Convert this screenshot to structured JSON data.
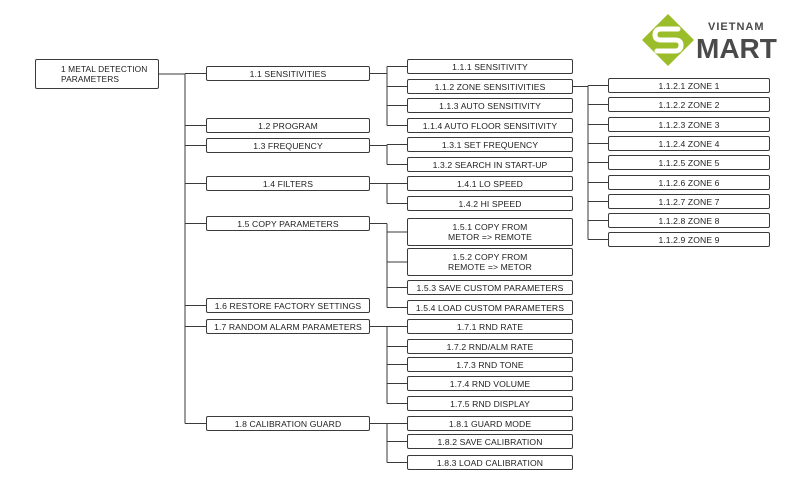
{
  "logo": {
    "brand_top": "VIETNAM",
    "brand_main": "MART",
    "colors": {
      "accent": "#9bbd2a",
      "text": "#4a4a4a"
    }
  },
  "tree": {
    "id": "root",
    "label": "1 METAL DETECTION\nPARAMETERS",
    "children": [
      {
        "id": "n1-1",
        "label": "1.1 SENSITIVITIES",
        "children": [
          {
            "id": "n1-1-1",
            "label": "1.1.1 SENSITIVITY"
          },
          {
            "id": "n1-1-2",
            "label": "1.1.2 ZONE SENSITIVITIES",
            "children": [
              {
                "id": "z1",
                "label": "1.1.2.1 ZONE 1"
              },
              {
                "id": "z2",
                "label": "1.1.2.2 ZONE 2"
              },
              {
                "id": "z3",
                "label": "1.1.2.3 ZONE 3"
              },
              {
                "id": "z4",
                "label": "1.1.2.4 ZONE 4"
              },
              {
                "id": "z5",
                "label": "1.1.2.5 ZONE 5"
              },
              {
                "id": "z6",
                "label": "1.1.2.6 ZONE 6"
              },
              {
                "id": "z7",
                "label": "1.1.2.7 ZONE 7"
              },
              {
                "id": "z8",
                "label": "1.1.2.8 ZONE 8"
              },
              {
                "id": "z9",
                "label": "1.1.2.9 ZONE 9"
              }
            ]
          },
          {
            "id": "n1-1-3",
            "label": "1.1.3 AUTO SENSITIVITY"
          },
          {
            "id": "n1-1-4",
            "label": "1.1.4 AUTO FLOOR SENSITIVITY"
          }
        ]
      },
      {
        "id": "n1-2",
        "label": "1.2 PROGRAM"
      },
      {
        "id": "n1-3",
        "label": "1.3 FREQUENCY",
        "children": [
          {
            "id": "n1-3-1",
            "label": "1.3.1 SET FREQUENCY"
          },
          {
            "id": "n1-3-2",
            "label": "1.3.2 SEARCH IN START-UP"
          }
        ]
      },
      {
        "id": "n1-4",
        "label": "1.4 FILTERS",
        "children": [
          {
            "id": "n1-4-1",
            "label": "1.4.1 LO SPEED"
          },
          {
            "id": "n1-4-2",
            "label": "1.4.2 HI SPEED"
          }
        ]
      },
      {
        "id": "n1-5",
        "label": "1.5 COPY PARAMETERS",
        "children": [
          {
            "id": "n1-5-1",
            "label": "1.5.1 COPY FROM\nMETOR => REMOTE"
          },
          {
            "id": "n1-5-2",
            "label": "1.5.2 COPY FROM\nREMOTE => METOR"
          },
          {
            "id": "n1-5-3",
            "label": "1.5.3 SAVE CUSTOM PARAMETERS"
          },
          {
            "id": "n1-5-4",
            "label": "1.5.4 LOAD CUSTOM PARAMETERS"
          }
        ]
      },
      {
        "id": "n1-6",
        "label": "1.6 RESTORE FACTORY SETTINGS"
      },
      {
        "id": "n1-7",
        "label": "1.7 RANDOM ALARM PARAMETERS",
        "children": [
          {
            "id": "n1-7-1",
            "label": "1.7.1 RND RATE"
          },
          {
            "id": "n1-7-2",
            "label": "1.7.2 RND/ALM RATE"
          },
          {
            "id": "n1-7-3",
            "label": "1.7.3 RND TONE"
          },
          {
            "id": "n1-7-4",
            "label": "1.7.4 RND VOLUME"
          },
          {
            "id": "n1-7-5",
            "label": "1.7.5 RND DISPLAY"
          }
        ]
      },
      {
        "id": "n1-8",
        "label": "1.8 CALIBRATION GUARD",
        "children": [
          {
            "id": "n1-8-1",
            "label": "1.8.1 GUARD MODE"
          },
          {
            "id": "n1-8-2",
            "label": "1.8.2 SAVE CALIBRATION"
          },
          {
            "id": "n1-8-3",
            "label": "1.8.3 LOAD CALIBRATION"
          }
        ]
      }
    ]
  }
}
